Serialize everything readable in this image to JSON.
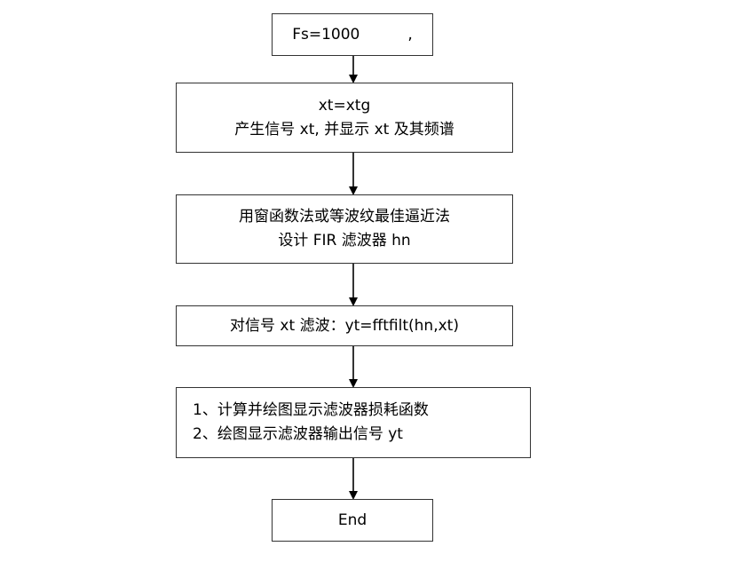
{
  "flowchart": {
    "step1": {
      "line1": "Fs=1000          ,"
    },
    "step2": {
      "line1": "xt=xtg",
      "line2": "产生信号 xt, 并显示 xt 及其频谱"
    },
    "step3": {
      "line1": "用窗函数法或等波纹最佳逼近法",
      "line2": "设计 FIR 滤波器 hn"
    },
    "step4": {
      "line1": "对信号 xt 滤波：yt=fftfilt(hn,xt)"
    },
    "step5": {
      "line1": "1、计算并绘图显示滤波器损耗函数",
      "line2": "2、绘图显示滤波器输出信号 yt"
    },
    "step6": {
      "line1": "End"
    }
  }
}
